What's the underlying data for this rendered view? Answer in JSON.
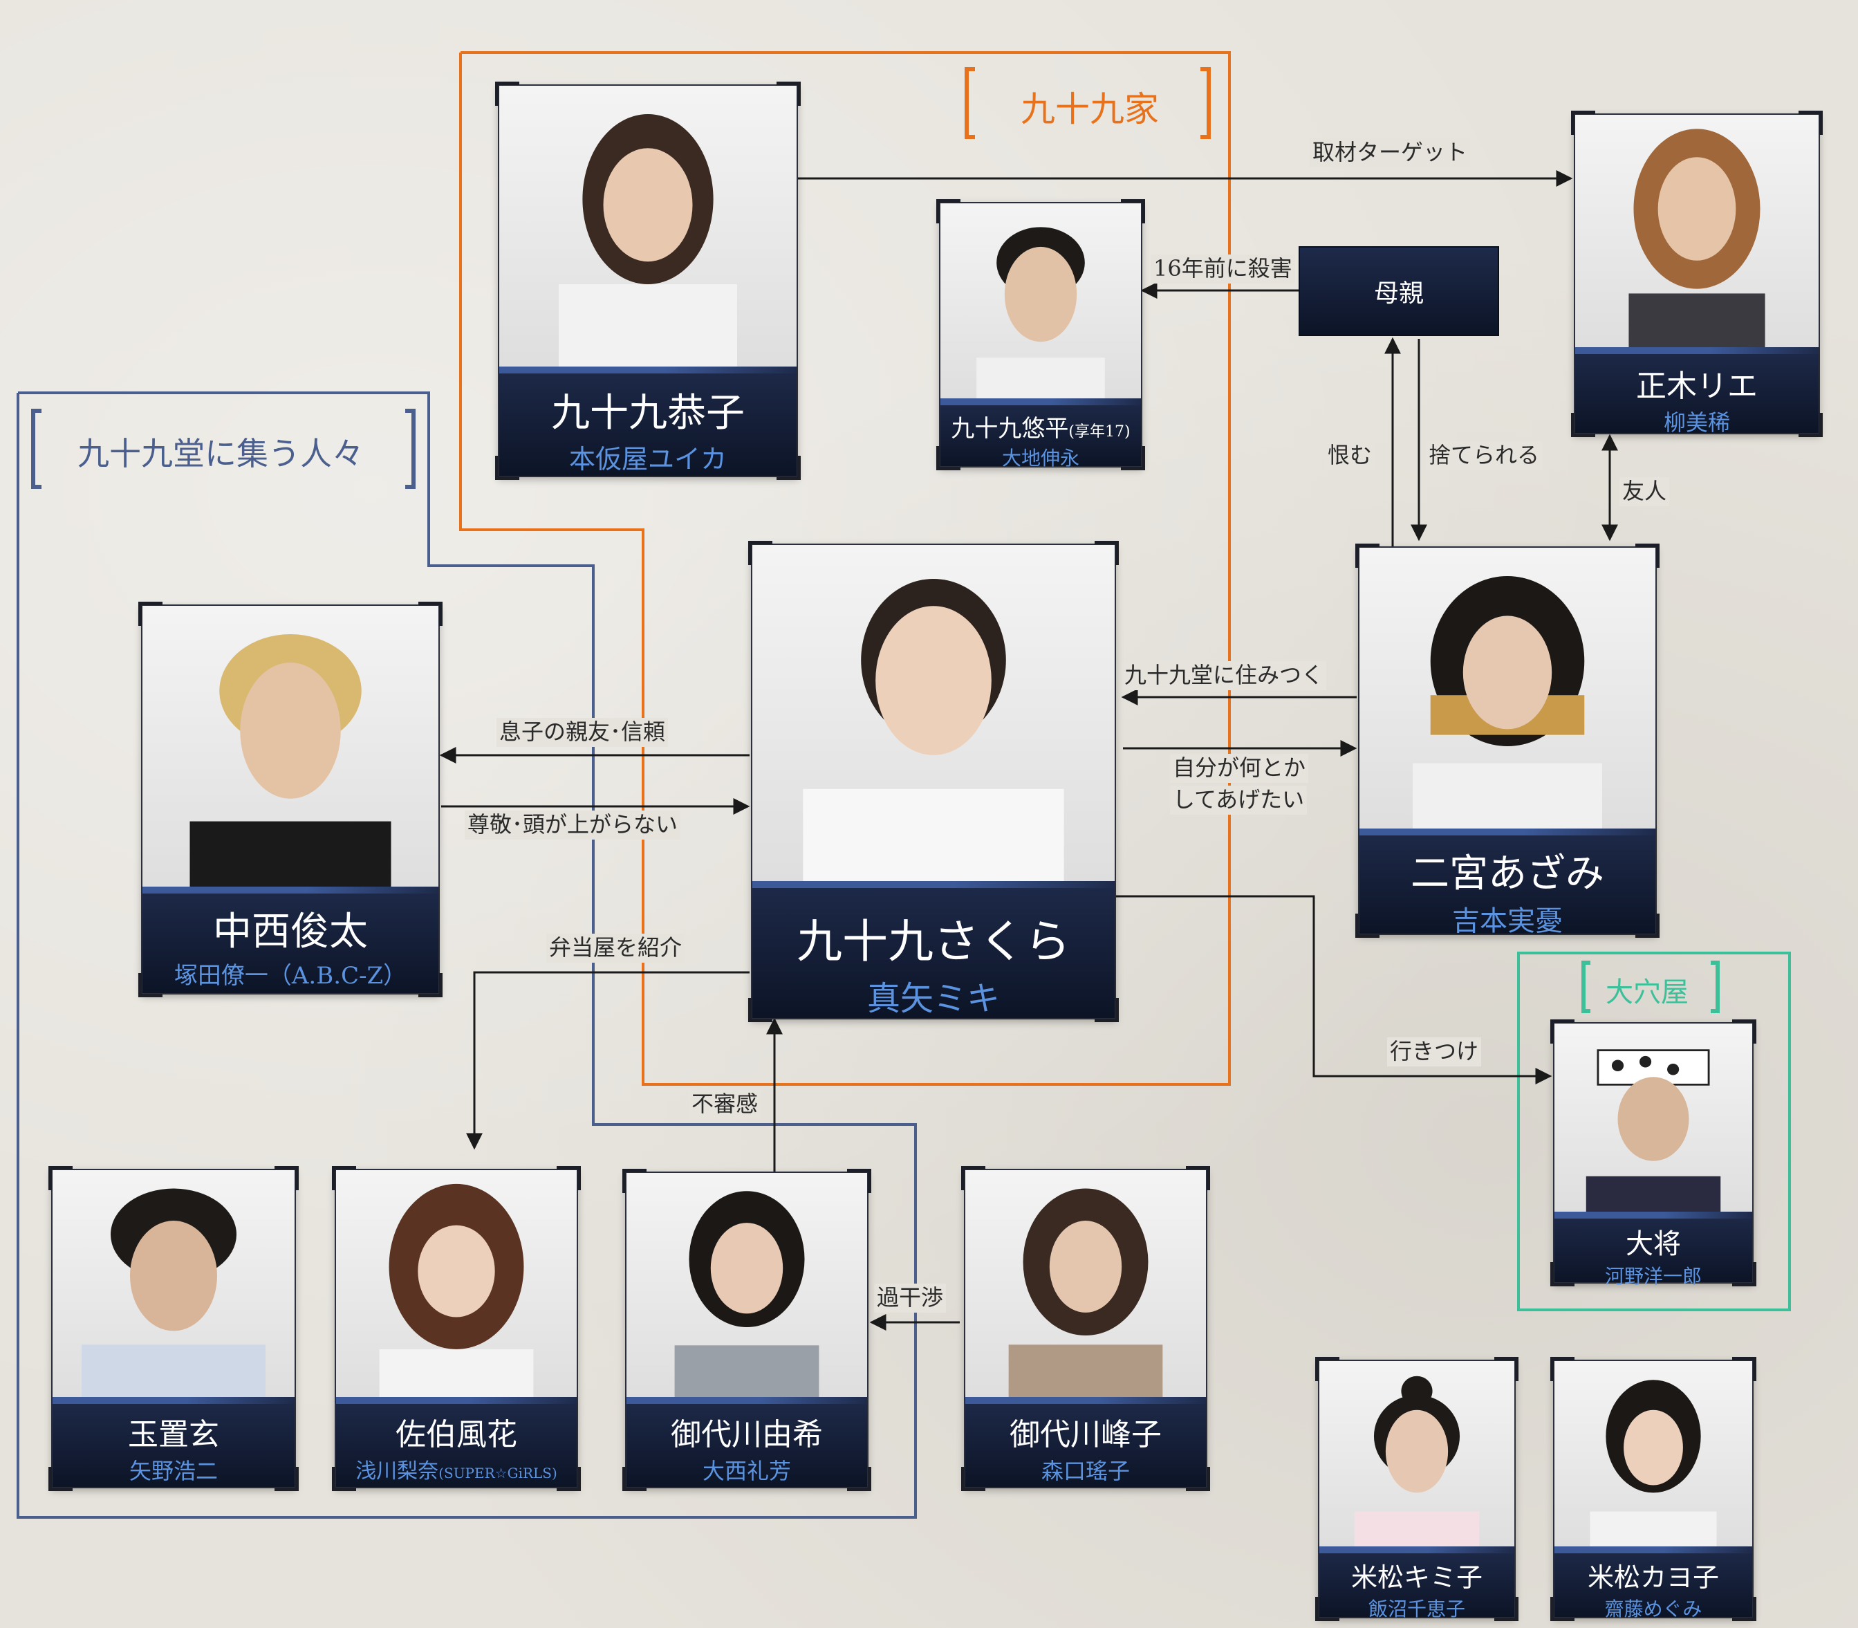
{
  "groups": {
    "tsukumo_family": "九十九家",
    "tsukumodo_people": "九十九堂に集う人々",
    "oanaya": "大穴屋"
  },
  "colors": {
    "tsukumo_family": "#e8711c",
    "tsukumodo_people": "#4a5f8e",
    "oanaya": "#3dbf9a",
    "plate": "#111a33",
    "actor_text": "#5b93e0"
  },
  "mother_box": "母親",
  "characters": {
    "kyoko": {
      "name": "九十九恭子",
      "actor": "本仮屋ユイカ"
    },
    "yuhei": {
      "name": "九十九悠平",
      "note": "(享年17)",
      "actor": "大地伸永"
    },
    "rie": {
      "name": "正木リエ",
      "actor": "柳美稀"
    },
    "sakura": {
      "name": "九十九さくら",
      "actor": "真矢ミキ"
    },
    "shunta": {
      "name": "中西俊太",
      "actor": "塚田僚一（A.B.C-Z）"
    },
    "azami": {
      "name": "二宮あざみ",
      "actor": "吉本実憂"
    },
    "taisho": {
      "name": "大将",
      "actor": "河野洋一郎"
    },
    "gen": {
      "name": "玉置玄",
      "actor": "矢野浩二"
    },
    "fuka": {
      "name": "佐伯風花",
      "actor": "浅川梨奈",
      "actor_note": "(SUPER☆GiRLS)"
    },
    "yuki": {
      "name": "御代川由希",
      "actor": "大西礼芳"
    },
    "mineko": {
      "name": "御代川峰子",
      "actor": "森口瑤子"
    },
    "kimiko": {
      "name": "米松キミ子",
      "actor": "飯沼千恵子"
    },
    "kayoko": {
      "name": "米松カヨ子",
      "actor": "齋藤めぐみ"
    }
  },
  "relations": {
    "kyoko_to_rie": "取材ターゲット",
    "mother_to_yuhei": "16年前に殺害",
    "azami_to_mother": "恨む",
    "mother_to_azami": "捨てられる",
    "rie_azami": "友人",
    "sakura_to_shunta": "息子の親友･信頼",
    "shunta_to_sakura": "尊敬･頭が上がらない",
    "azami_to_sakura": "九十九堂に住みつく",
    "sakura_to_azami_1": "自分が何とか",
    "sakura_to_azami_2": "してあげたい",
    "sakura_to_fuka": "弁当屋を紹介",
    "yuki_to_sakura": "不審感",
    "mineko_to_yuki": "過干渉",
    "sakura_to_taisho": "行きつけ"
  }
}
